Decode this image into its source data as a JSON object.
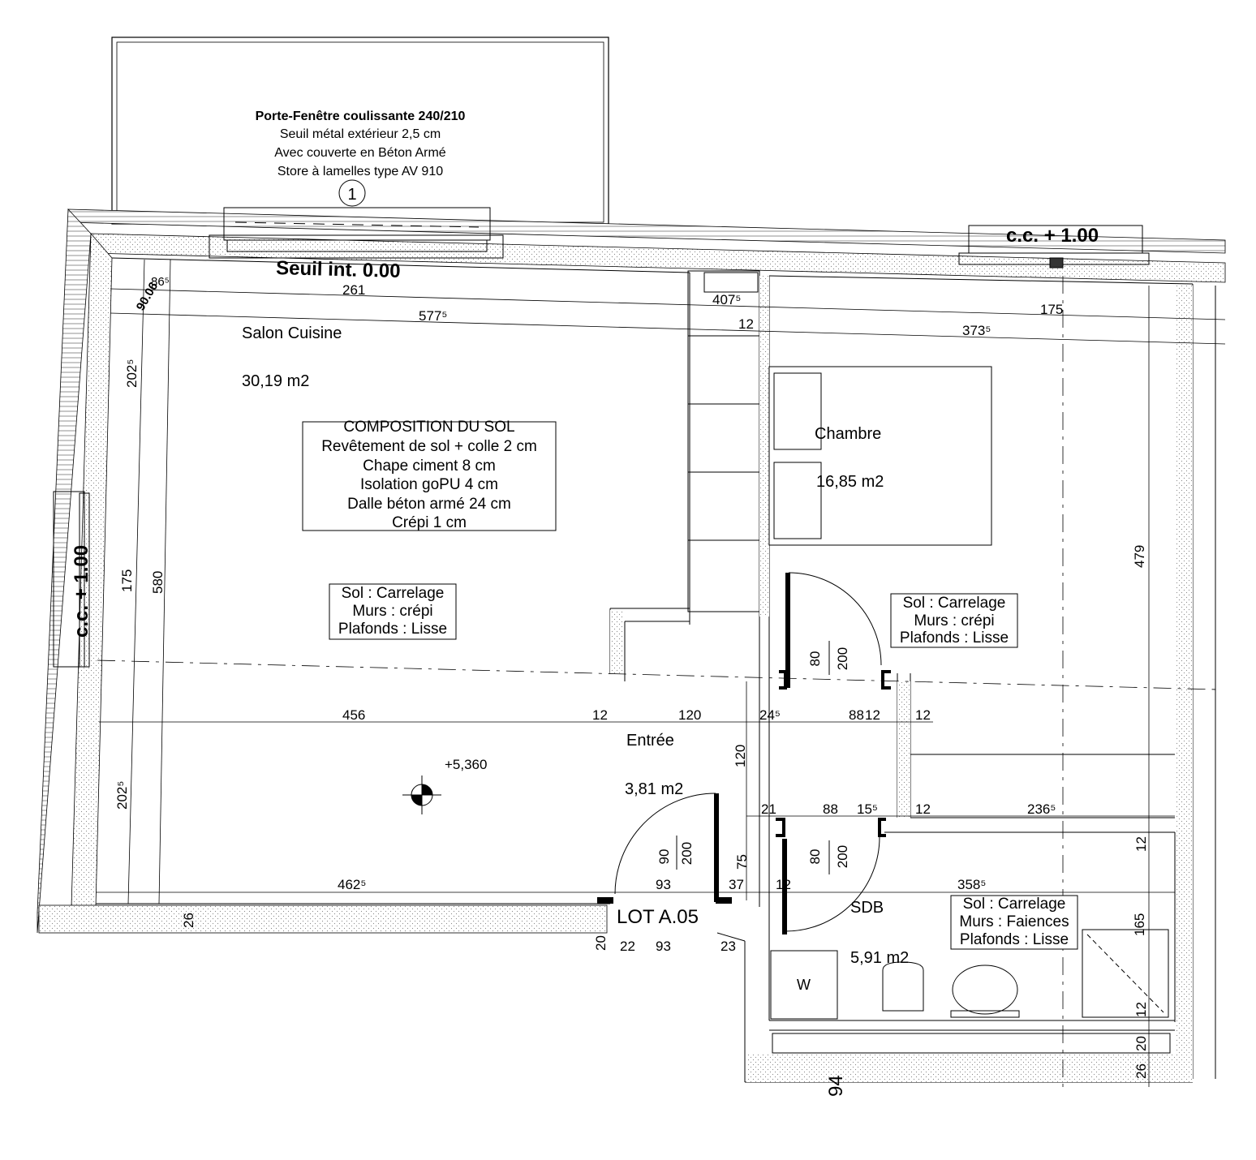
{
  "window_note": {
    "title": "Porte-Fenêtre coulissante 240/210",
    "lines": [
      "Seuil métal extérieur 2,5 cm",
      "Avec couverte en Béton Armé",
      "Store à lamelles type AV 910"
    ],
    "marker": "1"
  },
  "labels": {
    "seuil": "Seuil int. 0.00",
    "cc_top": "c.c. + 1.00",
    "cc_left": "c.c. + 1.00",
    "lot": "LOT A.05",
    "elevation": "+5,360",
    "wm": "W"
  },
  "rooms": {
    "salon": {
      "name": "Salon Cuisine",
      "area": "30,19 m2"
    },
    "chambre": {
      "name": "Chambre",
      "area": "16,85 m2"
    },
    "entree": {
      "name": "Entrée",
      "area": "3,81 m2"
    },
    "sdb": {
      "name": "SDB",
      "area": "5,91 m2"
    }
  },
  "sol_box": {
    "title": "COMPOSITION DU SOL",
    "lines": [
      "Revêtement de sol + colle 2 cm",
      "Chape ciment 8 cm",
      "Isolation goPU 4 cm",
      "Dalle béton armé 24 cm",
      "Crépi 1 cm"
    ]
  },
  "finish_salon": [
    "Sol : Carrelage",
    "Murs : crépi",
    "Plafonds : Lisse"
  ],
  "finish_chambre": [
    "Sol : Carrelage",
    "Murs : crépi",
    "Plafonds : Lisse"
  ],
  "finish_sdb": [
    "Sol : Carrelage",
    "Murs : Faiences",
    "Plafonds : Lisse"
  ],
  "doors": {
    "chambre": {
      "width": "80",
      "height": "200"
    },
    "entree": {
      "width": "90",
      "height": "200"
    },
    "sdb": {
      "width": "80",
      "height": "200"
    }
  },
  "dims": {
    "d865": "86⁵",
    "d9006": "90.06",
    "d261": "261",
    "d5775": "577⁵",
    "d4075": "407⁵",
    "d12a": "12",
    "d3735": "373⁵",
    "d175top": "175",
    "d2025a": "202⁵",
    "d175left": "175",
    "d580": "580",
    "d479": "479",
    "d456": "456",
    "d12b": "12",
    "d120h": "120",
    "d245": "24⁵",
    "d88a": "88",
    "d12c": "12",
    "d12d": "12",
    "d120v": "120",
    "d2025b": "202⁵",
    "d21": "21",
    "d88b": "88",
    "d155": "15⁵",
    "d12e": "12",
    "d2365": "236⁵",
    "d12f": "12",
    "d75": "75",
    "d4625": "462⁵",
    "d93a": "93",
    "d37": "37",
    "d12g": "12",
    "d3585": "358⁵",
    "d165": "165",
    "d26a": "26",
    "d20a": "20",
    "d22": "22",
    "d93b": "93",
    "d23": "23",
    "d12h": "12",
    "d20b": "20",
    "d26b": "26",
    "d94": "94"
  }
}
